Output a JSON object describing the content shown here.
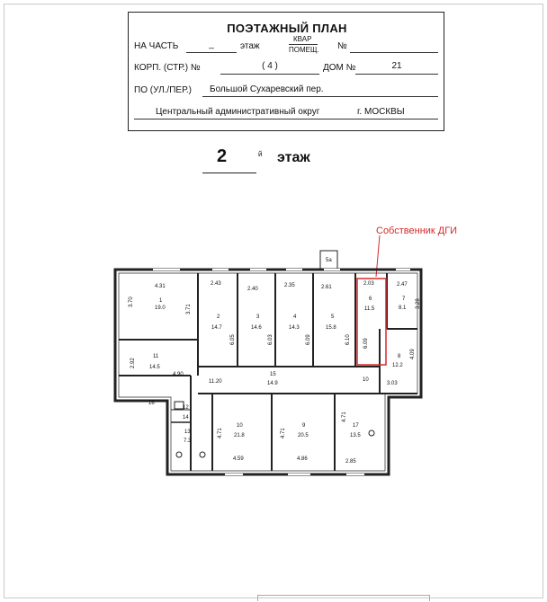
{
  "header": {
    "title": "ПОЭТАЖНЫЙ ПЛАН",
    "na_chast_label": "НА ЧАСТЬ",
    "na_chast_value": "_",
    "etazh_label": "этаж",
    "kvar_label": "КВАР",
    "pomesh_label": "ПОМЕЩ.",
    "no_label": "№",
    "korp_label": "КОРП. (СТР.) №",
    "korp_value": "(       4       )",
    "dom_label": "ДОМ №",
    "dom_value": "21",
    "street_label": "ПО (УЛ./ПЕР.)",
    "street_value": "Большой Сухаревский пер.",
    "district_value": "Центральный административный округ",
    "city_value": "г. МОСКВЫ"
  },
  "floor": {
    "number": "2",
    "superscript": "й",
    "word": "этаж"
  },
  "owner_label": "Собственник ДГИ",
  "plan": {
    "stair_label": "5а",
    "small_labels": {
      "n13": "13",
      "n12": "12",
      "n14": "14",
      "n16": "16",
      "n10b": "10"
    },
    "rooms": [
      {
        "id": "r1",
        "num": "1",
        "area": "19.0",
        "w": "4.31",
        "h": "3.70"
      },
      {
        "id": "r2",
        "num": "2",
        "area": "14.7",
        "w": "2.43",
        "h": "6.05"
      },
      {
        "id": "r3",
        "num": "3",
        "area": "14.6",
        "w": "2.40",
        "h": "6.03"
      },
      {
        "id": "r4",
        "num": "4",
        "area": "14.3",
        "w": "2.35",
        "h": "6.09"
      },
      {
        "id": "r5",
        "num": "5",
        "area": "15.8",
        "w": "2.61",
        "h": "6.10"
      },
      {
        "id": "r6",
        "num": "6",
        "area": "11.5",
        "w": "2.03",
        "h": "6.09"
      },
      {
        "id": "r7",
        "num": "7",
        "area": "8.1",
        "w": "2.47",
        "h": "3.28"
      },
      {
        "id": "r8",
        "num": "8",
        "area": "12.2",
        "w": "3.03",
        "h": "4.09"
      },
      {
        "id": "r9",
        "num": "9",
        "area": "20.5",
        "w": "4.86",
        "h": "4.71"
      },
      {
        "id": "r10",
        "num": "10",
        "area": "21.8",
        "w": "4.59",
        "h": "4.71"
      },
      {
        "id": "r11",
        "num": "11",
        "area": "14.5",
        "w": "4.90",
        "h": "2.92"
      },
      {
        "id": "r13",
        "num": "13",
        "area": "7.3",
        "w": "",
        "h": ""
      },
      {
        "id": "r15",
        "num": "15",
        "area": "14.9",
        "w": "11.20",
        "h": ""
      },
      {
        "id": "r17",
        "num": "17",
        "area": "13.5",
        "w": "2.85",
        "h": "4.71"
      }
    ],
    "extra_dims": {
      "r1_side": "3.71"
    }
  },
  "colors": {
    "owner": "#d42a2a",
    "lines": "#222222"
  }
}
